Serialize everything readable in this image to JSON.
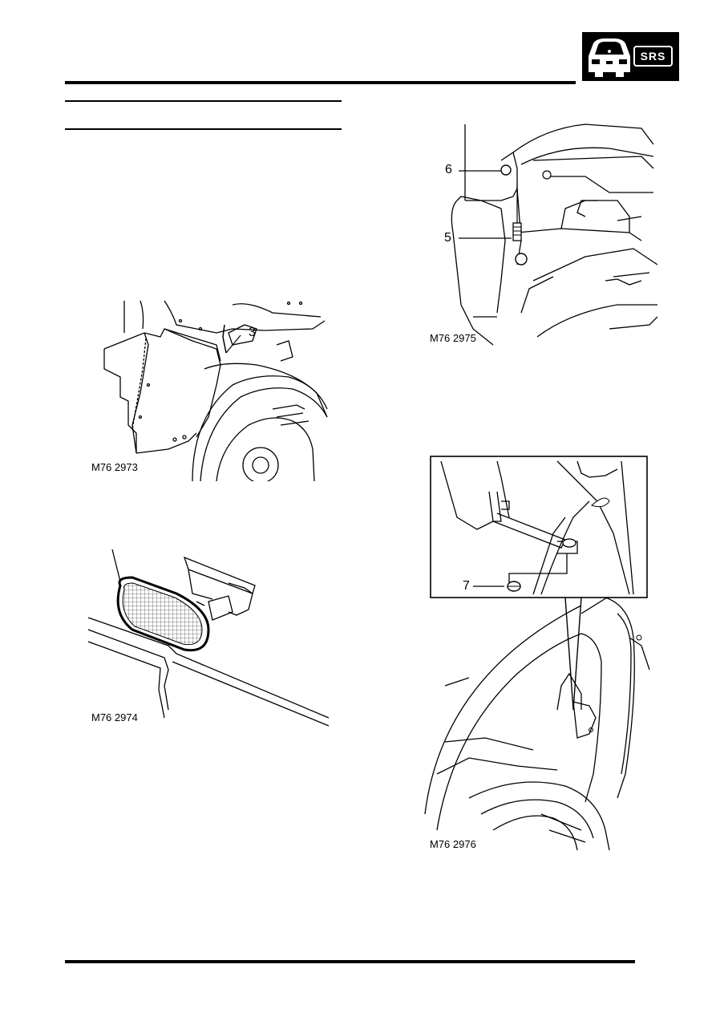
{
  "header": {
    "badge_text": "SRS",
    "badge_icon": "car-front-icon",
    "badge_color": "#000000"
  },
  "figures": [
    {
      "id": "fig-2973",
      "caption": "M76 2973",
      "callouts": [
        "3"
      ]
    },
    {
      "id": "fig-2974",
      "caption": "M76 2974",
      "callouts": []
    },
    {
      "id": "fig-2975",
      "caption": "M76 2975",
      "callouts": [
        "6",
        "5"
      ]
    },
    {
      "id": "fig-2976",
      "caption": "M76 2976",
      "callouts": [
        "7"
      ]
    }
  ]
}
